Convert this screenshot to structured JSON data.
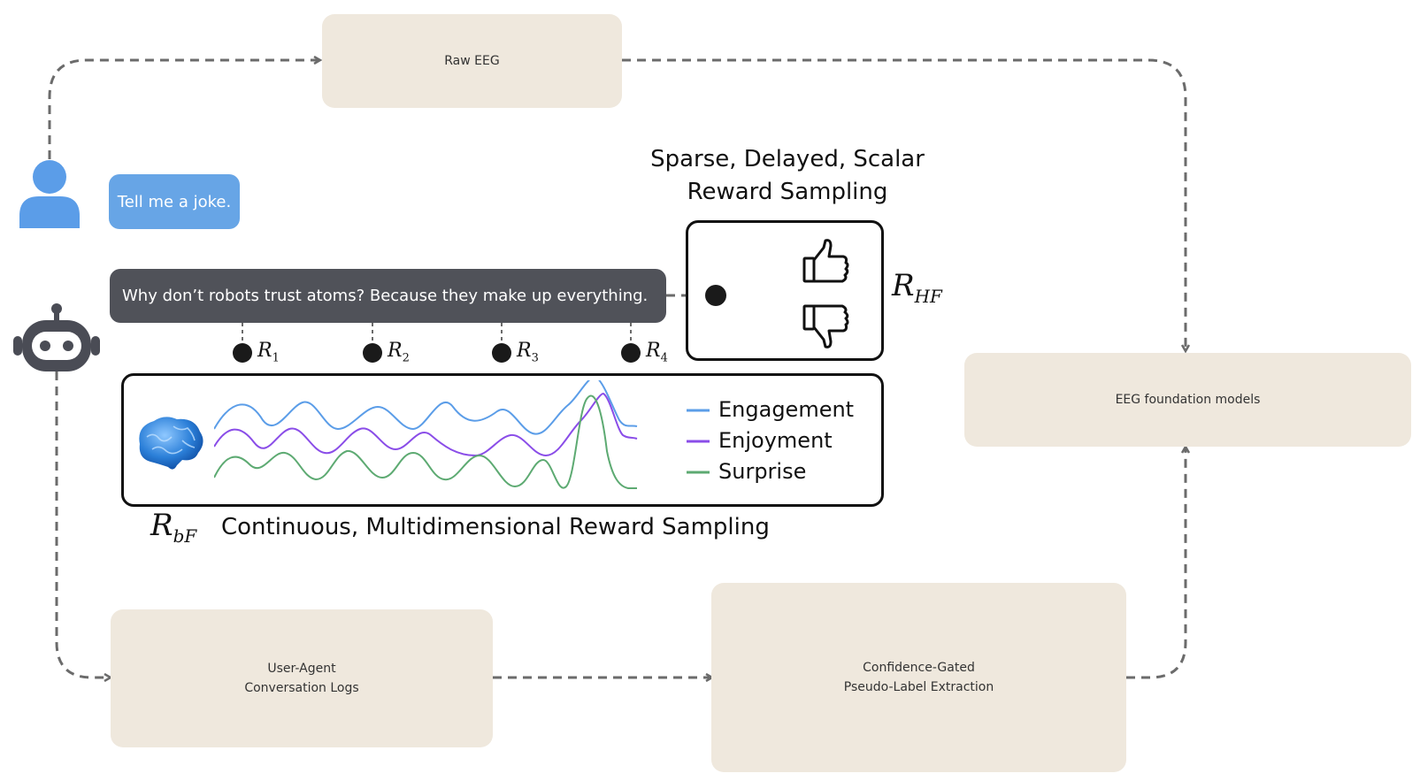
{
  "nodes": {
    "raw_eeg": "Raw EEG",
    "eeg_foundation": "EEG foundation models",
    "conversation_logs": [
      "User-Agent",
      "Conversation Logs"
    ],
    "pseudo_label": [
      "Confidence-Gated",
      "Pseudo-Label Extraction"
    ]
  },
  "chat": {
    "user_message": "Tell me a joke.",
    "agent_message": "Why don’t robots trust atoms? Because they make up everything."
  },
  "human_feedback": {
    "title_lines": [
      "Sparse, Delayed, Scalar",
      "Reward Sampling"
    ],
    "symbol": "R",
    "symbol_sub": "HF",
    "icons": [
      "thumbs-up-icon",
      "thumbs-down-icon"
    ]
  },
  "brain_feedback": {
    "caption": "Continuous, Multidimensional Reward Sampling",
    "symbol": "R",
    "symbol_sub": "bF",
    "markers": [
      {
        "symbol": "R",
        "sub": "1"
      },
      {
        "symbol": "R",
        "sub": "2"
      },
      {
        "symbol": "R",
        "sub": "3"
      },
      {
        "symbol": "R",
        "sub": "4"
      }
    ],
    "legend": [
      {
        "label": "Engagement",
        "color": "#5b9de8"
      },
      {
        "label": "Enjoyment",
        "color": "#8a4de8"
      },
      {
        "label": "Surprise",
        "color": "#5daa72"
      }
    ]
  },
  "colors": {
    "box_fill": "#efe8dd",
    "arrow": "#6b6b6b",
    "user_icon": "#5b9de8",
    "user_bubble": "#67a5e6",
    "agent_bubble": "#505259",
    "robot_icon": "#4a4c55"
  }
}
